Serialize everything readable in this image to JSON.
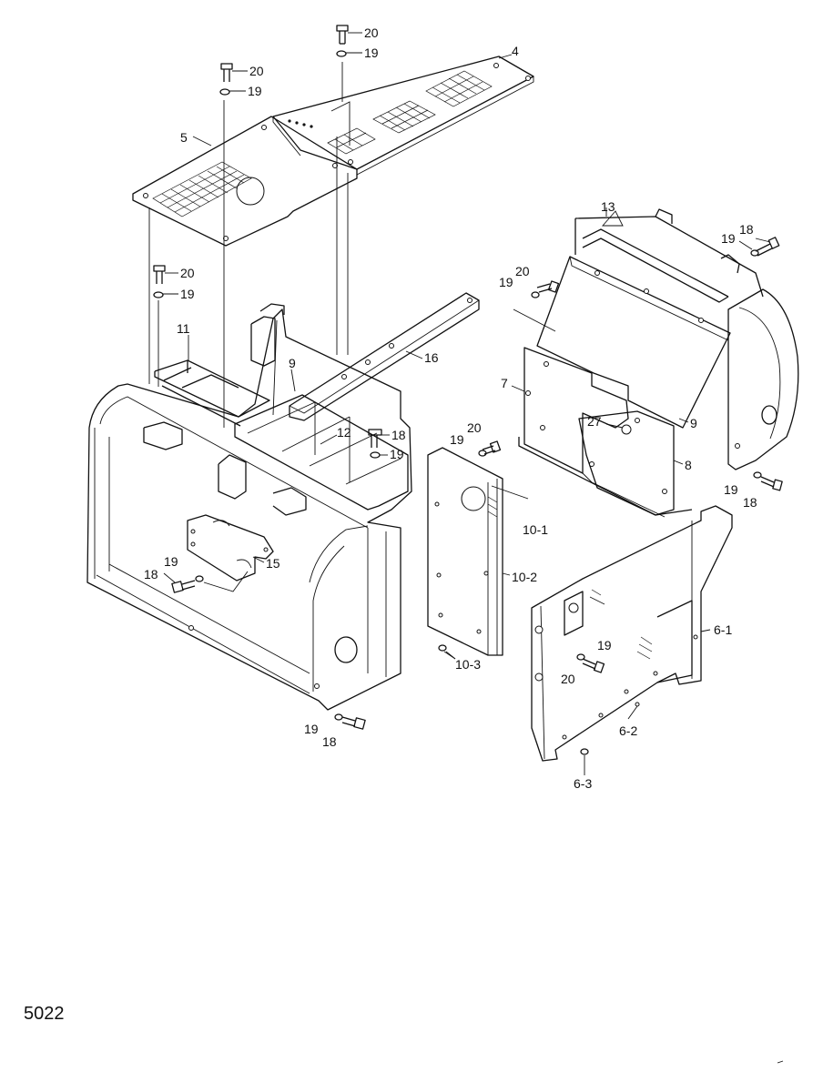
{
  "document_number": "5022",
  "callouts": [
    {
      "id": "c20a",
      "text": "20"
    },
    {
      "id": "c19a",
      "text": "19"
    },
    {
      "id": "c4",
      "text": "4"
    },
    {
      "id": "c20b",
      "text": "20"
    },
    {
      "id": "c19b",
      "text": "19"
    },
    {
      "id": "c5",
      "text": "5"
    },
    {
      "id": "c13",
      "text": "13"
    },
    {
      "id": "c18a",
      "text": "18"
    },
    {
      "id": "c19c",
      "text": "19"
    },
    {
      "id": "c20c",
      "text": "20"
    },
    {
      "id": "c19d",
      "text": "19"
    },
    {
      "id": "c20d",
      "text": "20"
    },
    {
      "id": "c19e",
      "text": "19"
    },
    {
      "id": "c11",
      "text": "11"
    },
    {
      "id": "c16",
      "text": "16"
    },
    {
      "id": "c9a",
      "text": "9"
    },
    {
      "id": "c7",
      "text": "7"
    },
    {
      "id": "c12",
      "text": "12"
    },
    {
      "id": "c18b",
      "text": "18"
    },
    {
      "id": "c19f",
      "text": "19"
    },
    {
      "id": "c20e",
      "text": "20"
    },
    {
      "id": "c19g",
      "text": "19"
    },
    {
      "id": "c27",
      "text": "27"
    },
    {
      "id": "c9b",
      "text": "9"
    },
    {
      "id": "c8",
      "text": "8"
    },
    {
      "id": "c19h",
      "text": "19"
    },
    {
      "id": "c18c",
      "text": "18"
    },
    {
      "id": "c10-1",
      "text": "10-1"
    },
    {
      "id": "c19i",
      "text": "19"
    },
    {
      "id": "c15",
      "text": "15"
    },
    {
      "id": "c18d",
      "text": "18"
    },
    {
      "id": "c10-2",
      "text": "10-2"
    },
    {
      "id": "c6-1",
      "text": "6-1"
    },
    {
      "id": "c19j",
      "text": "19"
    },
    {
      "id": "c20f",
      "text": "20"
    },
    {
      "id": "c10-3",
      "text": "10-3"
    },
    {
      "id": "c6-2",
      "text": "6-2"
    },
    {
      "id": "c19k",
      "text": "19"
    },
    {
      "id": "c18e",
      "text": "18"
    },
    {
      "id": "c6-3",
      "text": "6-3"
    }
  ]
}
